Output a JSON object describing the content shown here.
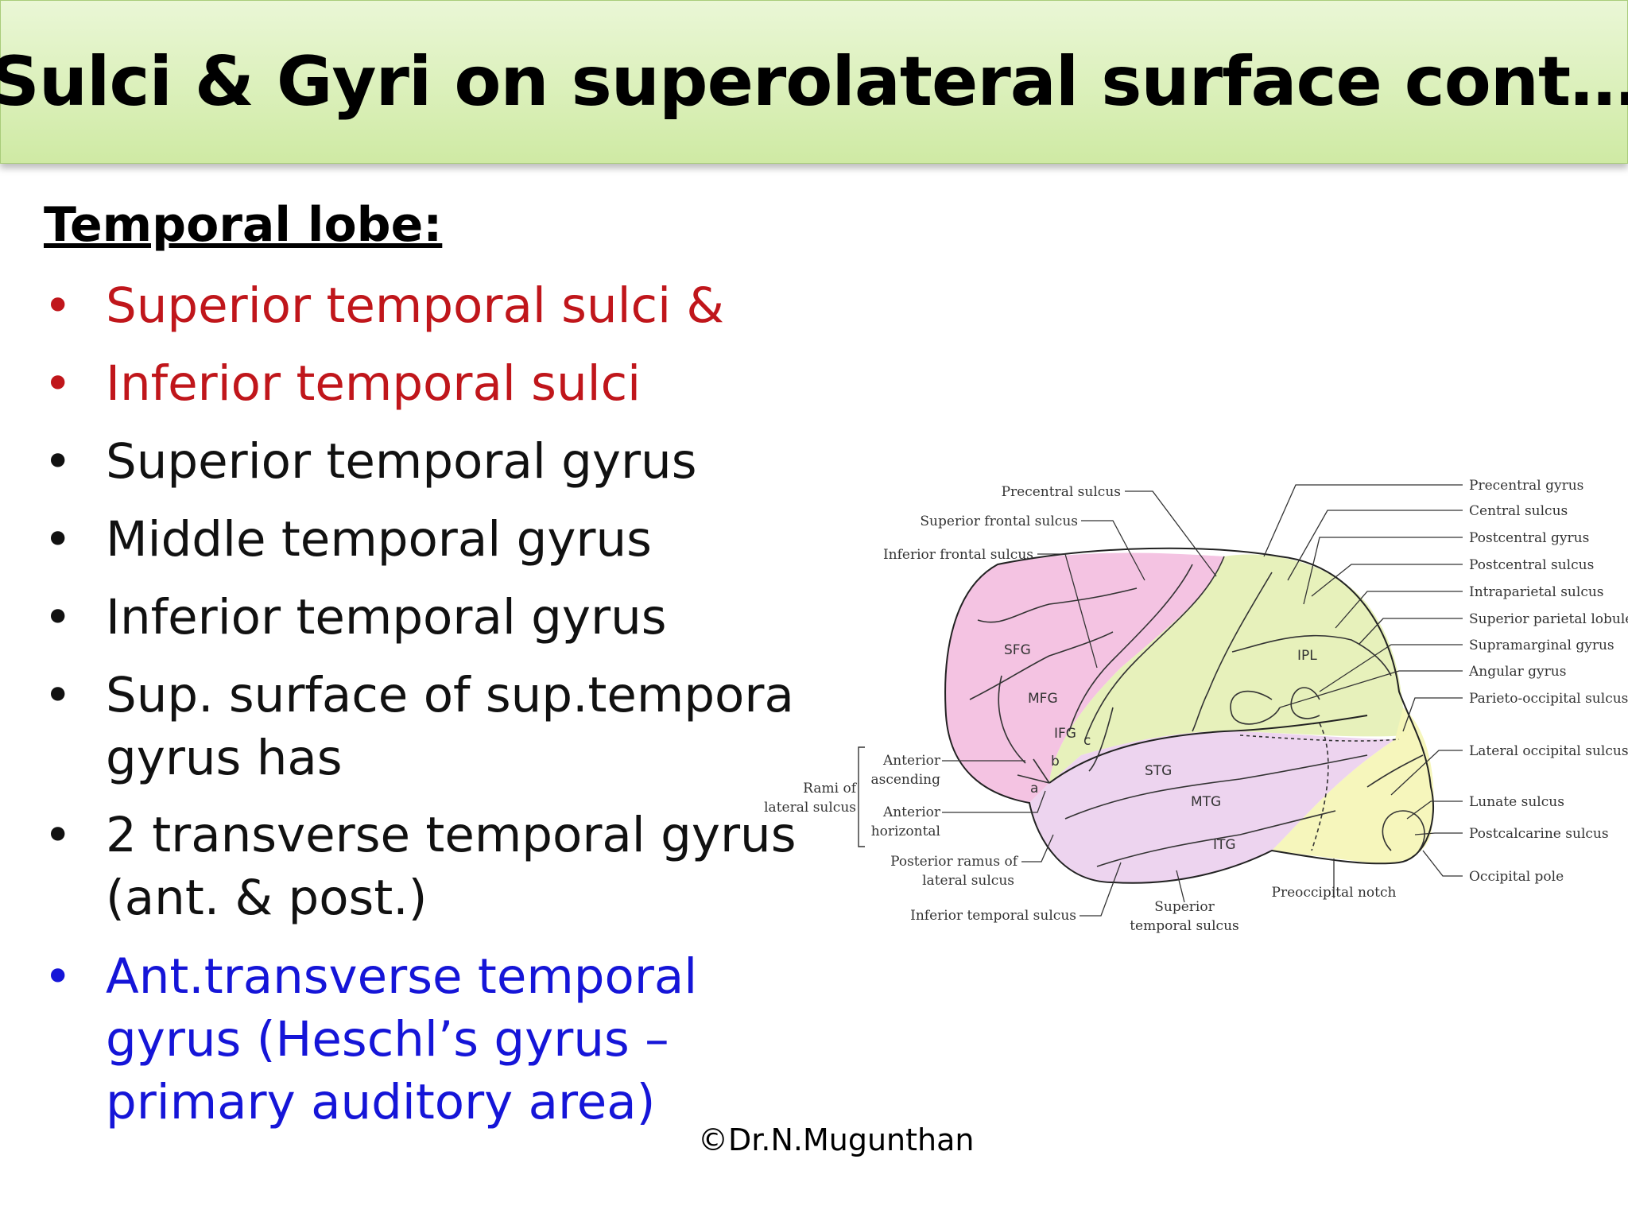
{
  "title": "Sulci & Gyri  on superolateral surface cont…",
  "heading": "Temporal lobe:",
  "bullets": [
    {
      "text": "Superior temporal sulci &"
    },
    {
      "text": "Inferior temporal sulci"
    },
    {
      "text": "Superior temporal gyrus"
    },
    {
      "text": "Middle temporal gyrus"
    },
    {
      "text": "Inferior temporal gyrus"
    },
    {
      "line1": "Sup. surface of sup.tempora",
      "line2": "gyrus has"
    },
    {
      "line1": "2 transverse temporal gyrus",
      "line2": "(ant. & post.)"
    },
    {
      "line1": "Ant.transverse temporal",
      "line2": "gyrus (Heschl’s gyrus –",
      "line3": "primary auditory area)"
    }
  ],
  "bullet_glyph": "•",
  "copyright": "©Dr.N.Mugunthan",
  "colors": {
    "red": "#c0161b",
    "blue": "#1515d8",
    "frontal": "#f2b8dd",
    "parietal": "#e4f0b4",
    "temporal": "#ecd2ee",
    "occipital": "#f6f6b8"
  },
  "diagram": {
    "left_labels": {
      "precentral_sulcus": "Precentral sulcus",
      "superior_frontal_sulcus": "Superior frontal sulcus",
      "inferior_frontal_sulcus": "Inferior frontal sulcus",
      "rami_line1": "Rami of",
      "rami_line2": "lateral sulcus",
      "anterior_ascending_1": "Anterior",
      "anterior_ascending_2": "ascending",
      "anterior_horizontal_1": "Anterior",
      "anterior_horizontal_2": "horizontal",
      "posterior_ramus_1": "Posterior ramus of",
      "posterior_ramus_2": "lateral sulcus",
      "inferior_temporal_sulcus": "Inferior temporal sulcus",
      "superior_temporal_sulcus_1": "Superior",
      "superior_temporal_sulcus_2": "temporal sulcus",
      "preoccipital_notch": "Preoccipital notch"
    },
    "right_labels": [
      "Precentral gyrus",
      "Central sulcus",
      "Postcentral gyrus",
      "Postcentral sulcus",
      "Intraparietal sulcus",
      "Superior parietal lobule",
      "Supramarginal gyrus",
      "Angular gyrus",
      "Parieto-occipital sulcus",
      "Lateral occipital sulcus",
      "Lunate sulcus",
      "Postcalcarine sulcus",
      "Occipital pole"
    ],
    "region_labels": {
      "sfg": "SFG",
      "mfg": "MFG",
      "ifg": "IFG",
      "ipl": "IPL",
      "stg": "STG",
      "mtg": "MTG",
      "itg": "ITG",
      "a": "a",
      "b": "b",
      "c": "c"
    }
  }
}
